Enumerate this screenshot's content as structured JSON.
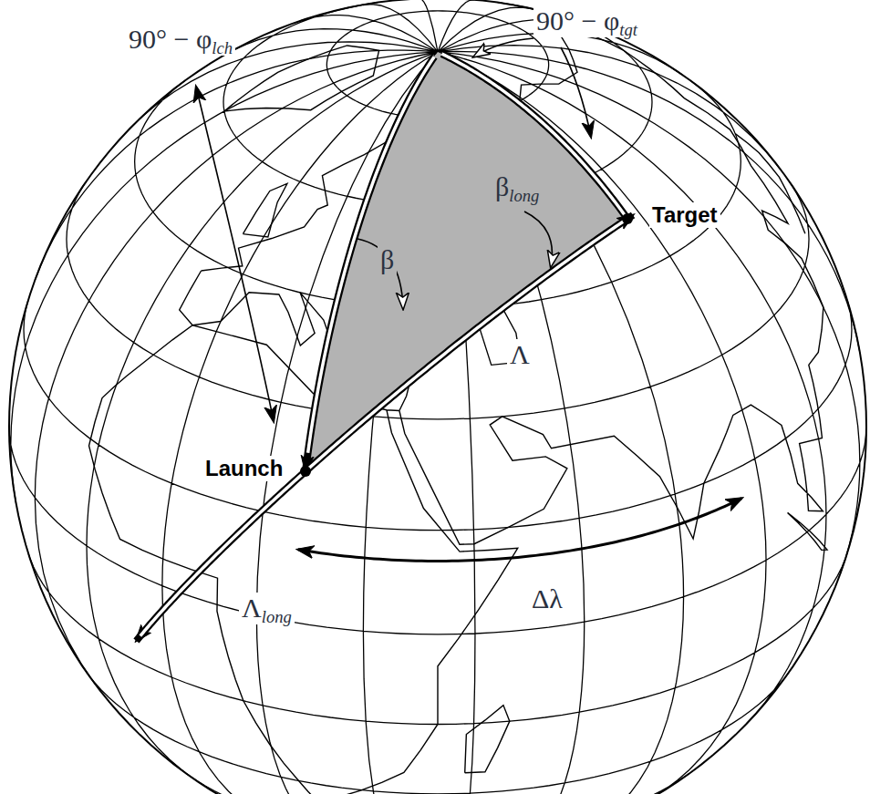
{
  "diagram": {
    "labels": [
      "90° − φ",
      "tgt",
      "90° − φ",
      "lch",
      "β",
      "Target",
      "β",
      "long",
      "Λ",
      "Launch",
      "Λ",
      "long",
      "Δλ"
    ]
  }
}
